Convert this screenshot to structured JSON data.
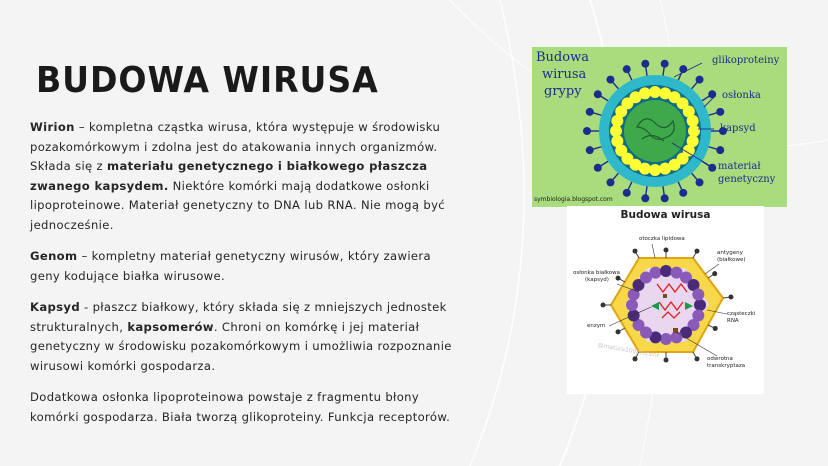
{
  "slide": {
    "title": "BUDOWA WIRUSA",
    "paragraphs": [
      {
        "segments": [
          {
            "text": "Wirion",
            "bold": true
          },
          {
            "text": " – kompletna cząstka wirusa, która występuje w środowisku pozakomórkowym i zdolna jest do atakowania innych organizmów. Składa się z ",
            "bold": false
          },
          {
            "text": "materiału genetycznego i białkowego płaszcza zwanego kapsydem.",
            "bold": true
          },
          {
            "text": " Niektóre komórki mają dodatkowe osłonki lipoproteinowe. Materiał genetyczny to DNA lub RNA. Nie mogą być jednocześnie.",
            "bold": false
          }
        ]
      },
      {
        "segments": [
          {
            "text": "Genom",
            "bold": true
          },
          {
            "text": " – kompletny materiał genetyczny wirusów, który zawiera geny kodujące białka wirusowe.",
            "bold": false
          }
        ]
      },
      {
        "segments": [
          {
            "text": "Kapsyd",
            "bold": true
          },
          {
            "text": " - płaszcz białkowy, który składa się z mniejszych jednostek strukturalnych, ",
            "bold": false
          },
          {
            "text": "kapsomerów",
            "bold": true
          },
          {
            "text": ". Chroni on komórkę i jej materiał genetyczny w środowisku pozakomórkowym i umożliwia rozpoznanie wirusowi komórki gospodarza.",
            "bold": false
          }
        ]
      },
      {
        "segments": [
          {
            "text": "Dodatkowa osłonka lipoproteinowa powstaje z fragmentu błony komórki gospodarza. Biała tworzą glikoproteiny. Funkcja receptorów.",
            "bold": false
          }
        ]
      }
    ]
  },
  "figure1": {
    "title_lines": [
      "Budowa",
      "wirusa",
      "grypy"
    ],
    "labels": {
      "glyco": "glikoproteiny",
      "envelope": "osłonka",
      "capsid": "kapsyd",
      "genetic1": "materiał",
      "genetic2": "genetyczny"
    },
    "source": "symbiologia.blogspot.com",
    "colors": {
      "background": "#a8dc7c",
      "envelope": "#2fb8c9",
      "capsid_ring": "#0e6b8a",
      "capsomer": "#ffff33",
      "core": "#3ea84a",
      "glycoprotein": "#1b2e8f"
    }
  },
  "figure2": {
    "title": "Budowa wirusa",
    "labels": {
      "lipid": "otoczka lipidowa",
      "antigen1": "antygeny",
      "antigen2": "(białkowe)",
      "protein1": "osłonka białkowa",
      "protein2": "(kapsyd)",
      "rna": "cząsteczki RNA",
      "enzyme": "enzym",
      "rt1": "odwrotna",
      "rt2": "transkryptaza"
    },
    "watermark": "@matura100procent"
  }
}
